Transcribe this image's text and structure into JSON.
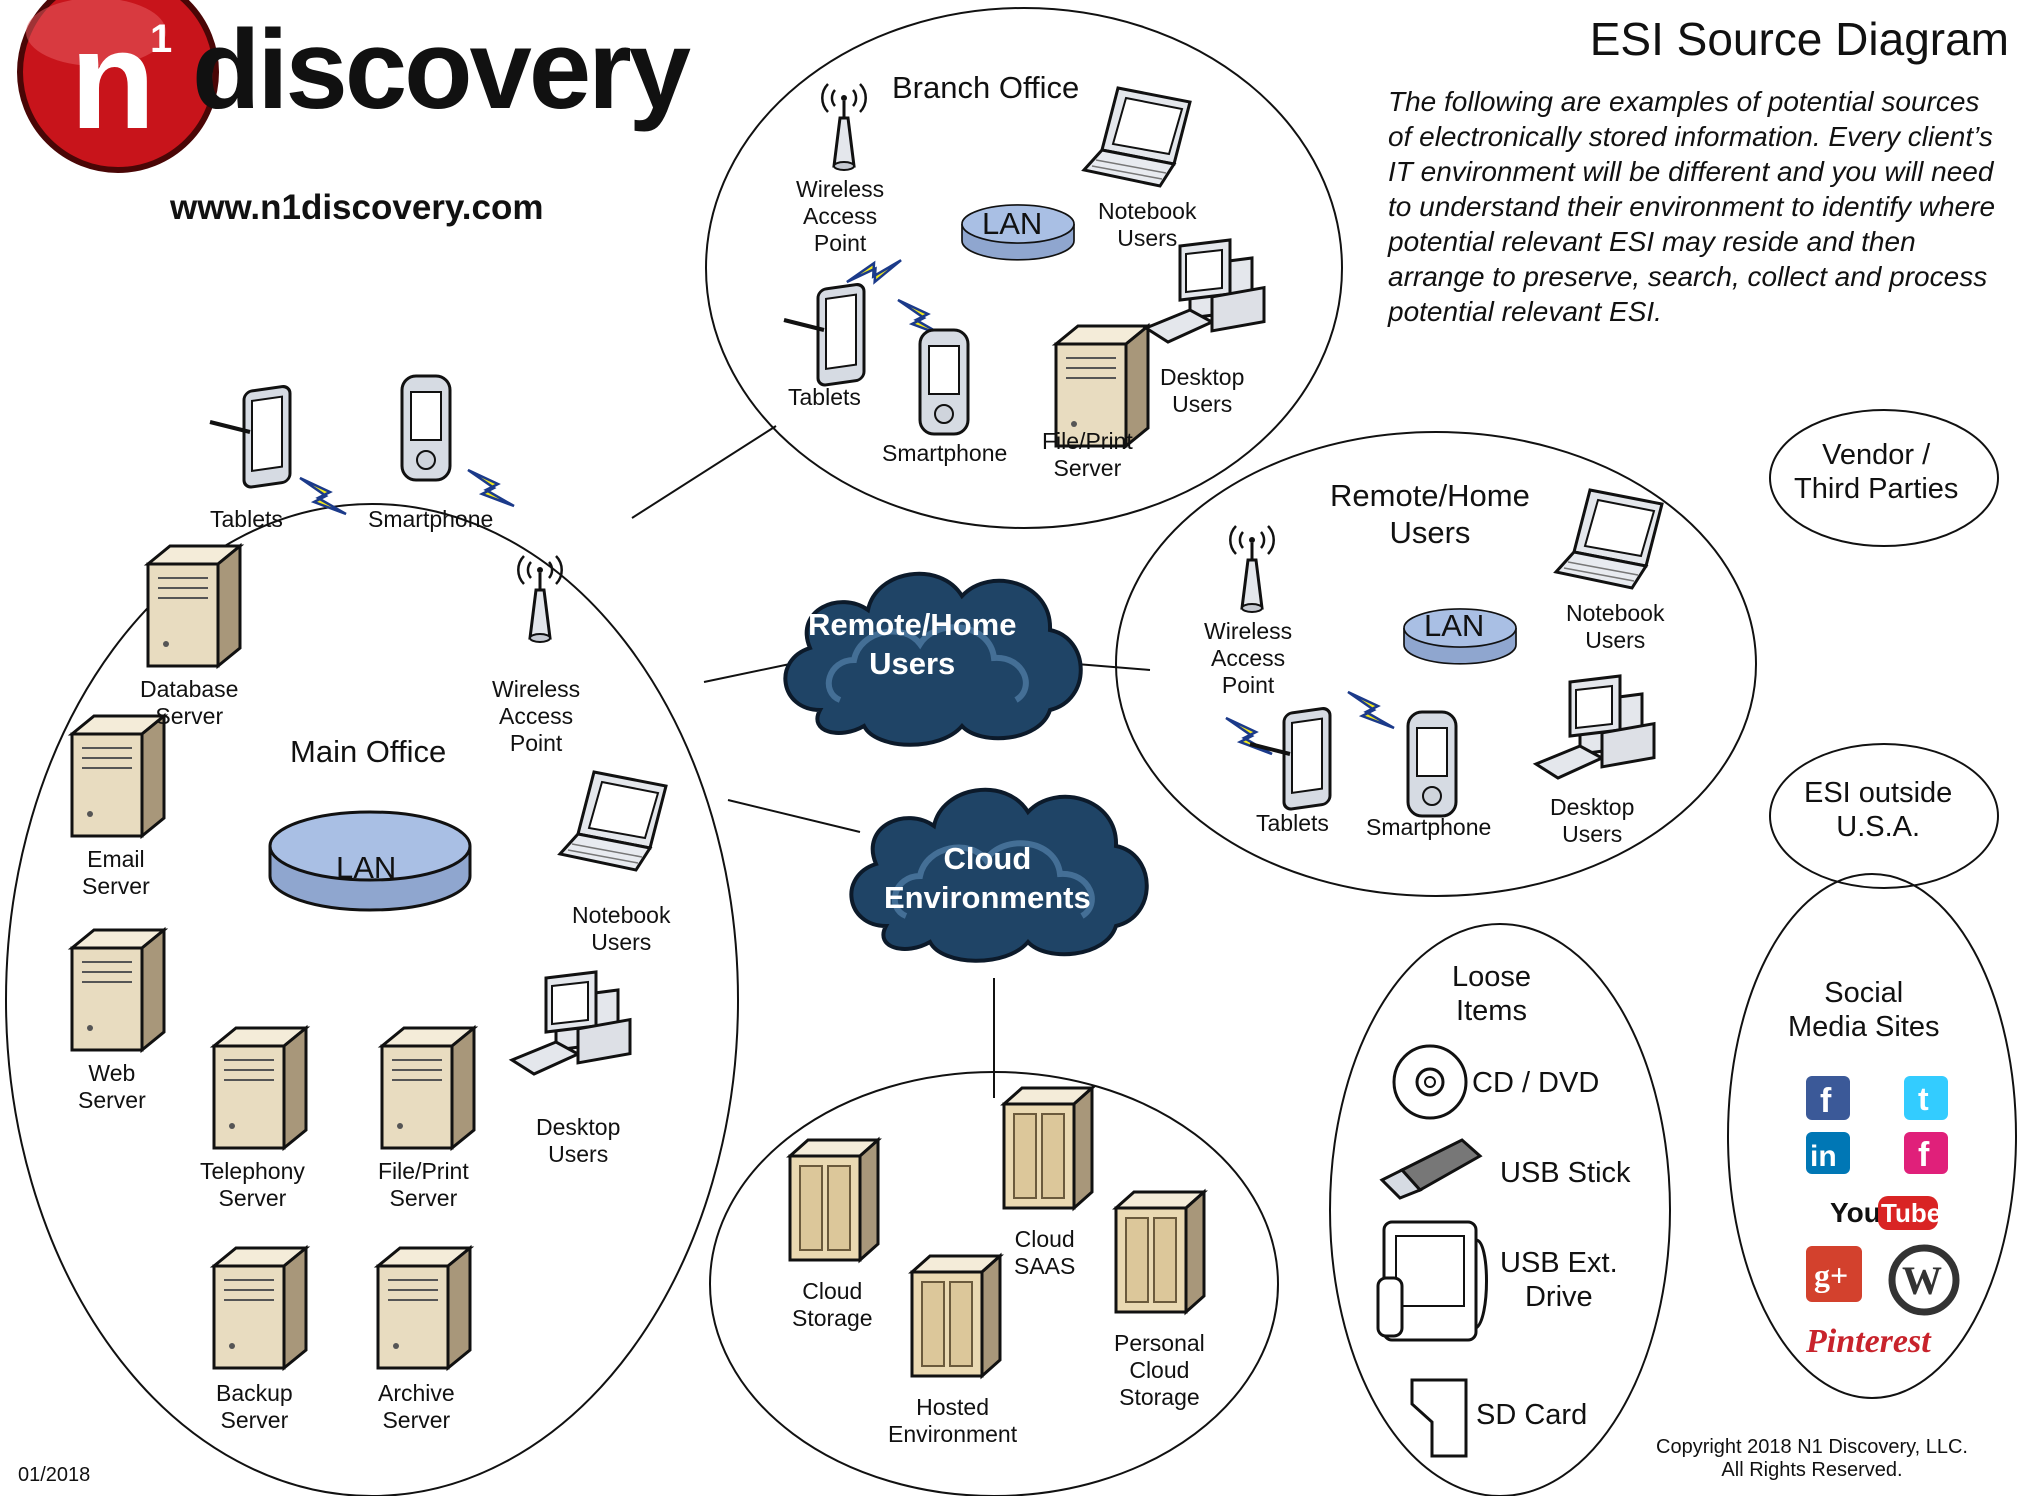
{
  "header": {
    "logo_n": "n",
    "logo_sup": "1",
    "logo_word": "discovery",
    "url": "www.n1discovery.com",
    "title": "ESI Source Diagram",
    "intro": "The following are examples of potential sources of electronically stored information. Every client’s IT environment will be different and you will need to understand their environment to identify where potential relevant ESI may reside and then arrange to preserve, search, collect and process potential relevant ESI."
  },
  "main_office": {
    "title": "Main Office",
    "lan": "LAN",
    "tablets": "Tablets",
    "smartphone": "Smartphone",
    "wap": "Wireless\nAccess\nPoint",
    "database": "Database\nServer",
    "email": "Email\nServer",
    "web": "Web\nServer",
    "telephony": "Telephony\nServer",
    "fileprint": "File/Print\nServer",
    "backup": "Backup\nServer",
    "archive": "Archive\nServer",
    "notebook": "Notebook\nUsers",
    "desktop": "Desktop\nUsers"
  },
  "branch_office": {
    "title": "Branch Office",
    "lan": "LAN",
    "wap": "Wireless\nAccess\nPoint",
    "notebook": "Notebook\nUsers",
    "tablets": "Tablets",
    "smartphone": "Smartphone",
    "fileprint": "File/Print\nServer",
    "desktop": "Desktop\nUsers"
  },
  "remote_home": {
    "title": "Remote/Home\nUsers",
    "lan": "LAN",
    "wap": "Wireless\nAccess\nPoint",
    "notebook": "Notebook\nUsers",
    "tablets": "Tablets",
    "smartphone": "Smartphone",
    "desktop": "Desktop\nUsers"
  },
  "clouds": {
    "remote": "Remote/Home\nUsers",
    "cloud": "Cloud\nEnvironments"
  },
  "cloud_env": {
    "storage": "Cloud\nStorage",
    "saas": "Cloud\nSAAS",
    "hosted": "Hosted\nEnvironment",
    "personal": "Personal\nCloud\nStorage"
  },
  "side": {
    "vendor": "Vendor /\nThird Parties",
    "outside": "ESI outside\nU.S.A."
  },
  "loose": {
    "title": "Loose\nItems",
    "cd": "CD / DVD",
    "usb": "USB Stick",
    "ext": "USB Ext.\nDrive",
    "sd": "SD Card"
  },
  "social": {
    "title": "Social\nMedia Sites",
    "icons": [
      "facebook-icon",
      "twitter-icon",
      "linkedin-icon",
      "facebook-alt-icon",
      "youtube-icon",
      "google-plus-icon",
      "wordpress-icon",
      "pinterest-icon"
    ],
    "fb": "f",
    "tw": "t",
    "li": "in",
    "fb2": "f",
    "yt_you": "You",
    "yt_tube": "Tube",
    "gplus": "g+",
    "wp": "W",
    "pin": "Pinterest"
  },
  "footer": {
    "date": "01/2018",
    "copyright": "Copyright 2018 N1 Discovery, LLC.\nAll Rights Reserved."
  },
  "colors": {
    "brand_red": "#c8141b",
    "lan_blue": "#a9bfe4",
    "cloud_dark": "#1f4466",
    "bolt_yellow": "#f0e81c",
    "server_tan": "#e8dcc0"
  }
}
